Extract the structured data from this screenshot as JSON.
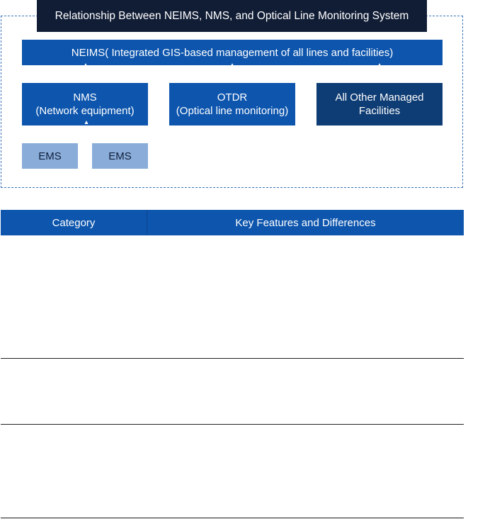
{
  "diagram": {
    "title": "Relationship Between NEIMS, NMS, and Optical Line Monitoring System",
    "neims": "NEIMS( Integrated GIS-based management of all lines and facilities)",
    "nms": {
      "line1": "NMS",
      "line2": "(Network equipment)"
    },
    "otdr": {
      "line1": "OTDR",
      "line2": "(Optical line monitoring)"
    },
    "other": {
      "line1": "All Other Managed",
      "line2": "Facilities"
    },
    "ems": [
      "EMS",
      "EMS"
    ],
    "colors": {
      "title_bg": "#111d35",
      "primary_blue": "#0d55ad",
      "navy": "#0e3c74",
      "light_blue": "#8aacd9",
      "frame_border": "#3b73b9"
    }
  },
  "table": {
    "headers": [
      "Category",
      "Key Features and Differences"
    ],
    "rows": [
      {
        "category": "",
        "features": ""
      },
      {
        "category": "",
        "features": ""
      },
      {
        "category": "",
        "features": ""
      }
    ]
  }
}
